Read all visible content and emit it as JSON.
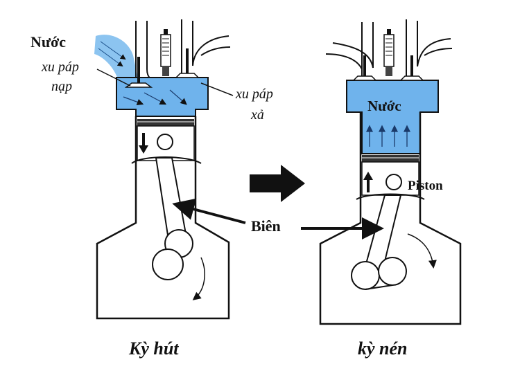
{
  "colors": {
    "water": "#6fb3ec",
    "water_light": "#a8d2f5",
    "ink": "#111111",
    "background": "#ffffff"
  },
  "left_engine": {
    "caption": "Kỳ hút",
    "labels": {
      "water": "Nước",
      "intake_valve_line1": "xu páp",
      "intake_valve_line2": "nạp",
      "exhaust_valve_line1": "xu páp",
      "exhaust_valve_line2": "xả"
    },
    "piston_direction": "down"
  },
  "right_engine": {
    "caption": "kỳ nén",
    "labels": {
      "water": "Nước",
      "piston": "Piston"
    },
    "piston_direction": "up"
  },
  "shared": {
    "connecting_rod_label": "Biên",
    "transition_arrow": "right-arrow"
  }
}
